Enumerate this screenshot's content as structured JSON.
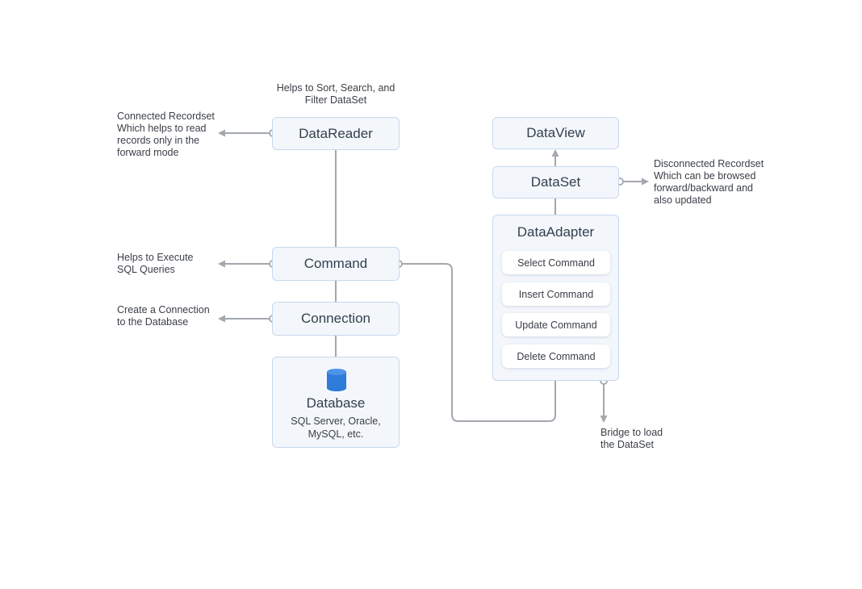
{
  "nodes": {
    "datareader": "DataReader",
    "command": "Command",
    "connection": "Connection",
    "database": {
      "title": "Database",
      "subtitle_lines": [
        "SQL Server, Oracle,",
        "MySQL, etc."
      ],
      "icon": "database-icon"
    },
    "dataview": "DataView",
    "dataset": "DataSet",
    "dataadapter": {
      "title": "DataAdapter",
      "commands": [
        "Select Command",
        "Insert Command",
        "Update Command",
        "Delete Command"
      ]
    }
  },
  "notes": {
    "datareader_top": [
      "Helps to Sort, Search, and",
      "Filter DataSet"
    ],
    "datareader_left": [
      "Connected Recordset",
      "Which helps to read",
      "records only in the",
      "forward mode"
    ],
    "command_left": [
      "Helps to Execute",
      "SQL Queries"
    ],
    "connection_left": [
      "Create a Connection",
      "to the Database"
    ],
    "dataset_right": [
      "Disconnected Recordset",
      "Which can be browsed",
      "forward/backward and",
      "also updated"
    ],
    "adapter_bottom": [
      "Bridge to load",
      "the DataSet"
    ]
  },
  "colors": {
    "box_fill": "#f3f7fc",
    "box_border": "#c6d8ee",
    "connector": "#a3a8ae",
    "db_icon": "#2f7bd9",
    "text": "#3a3f47"
  }
}
